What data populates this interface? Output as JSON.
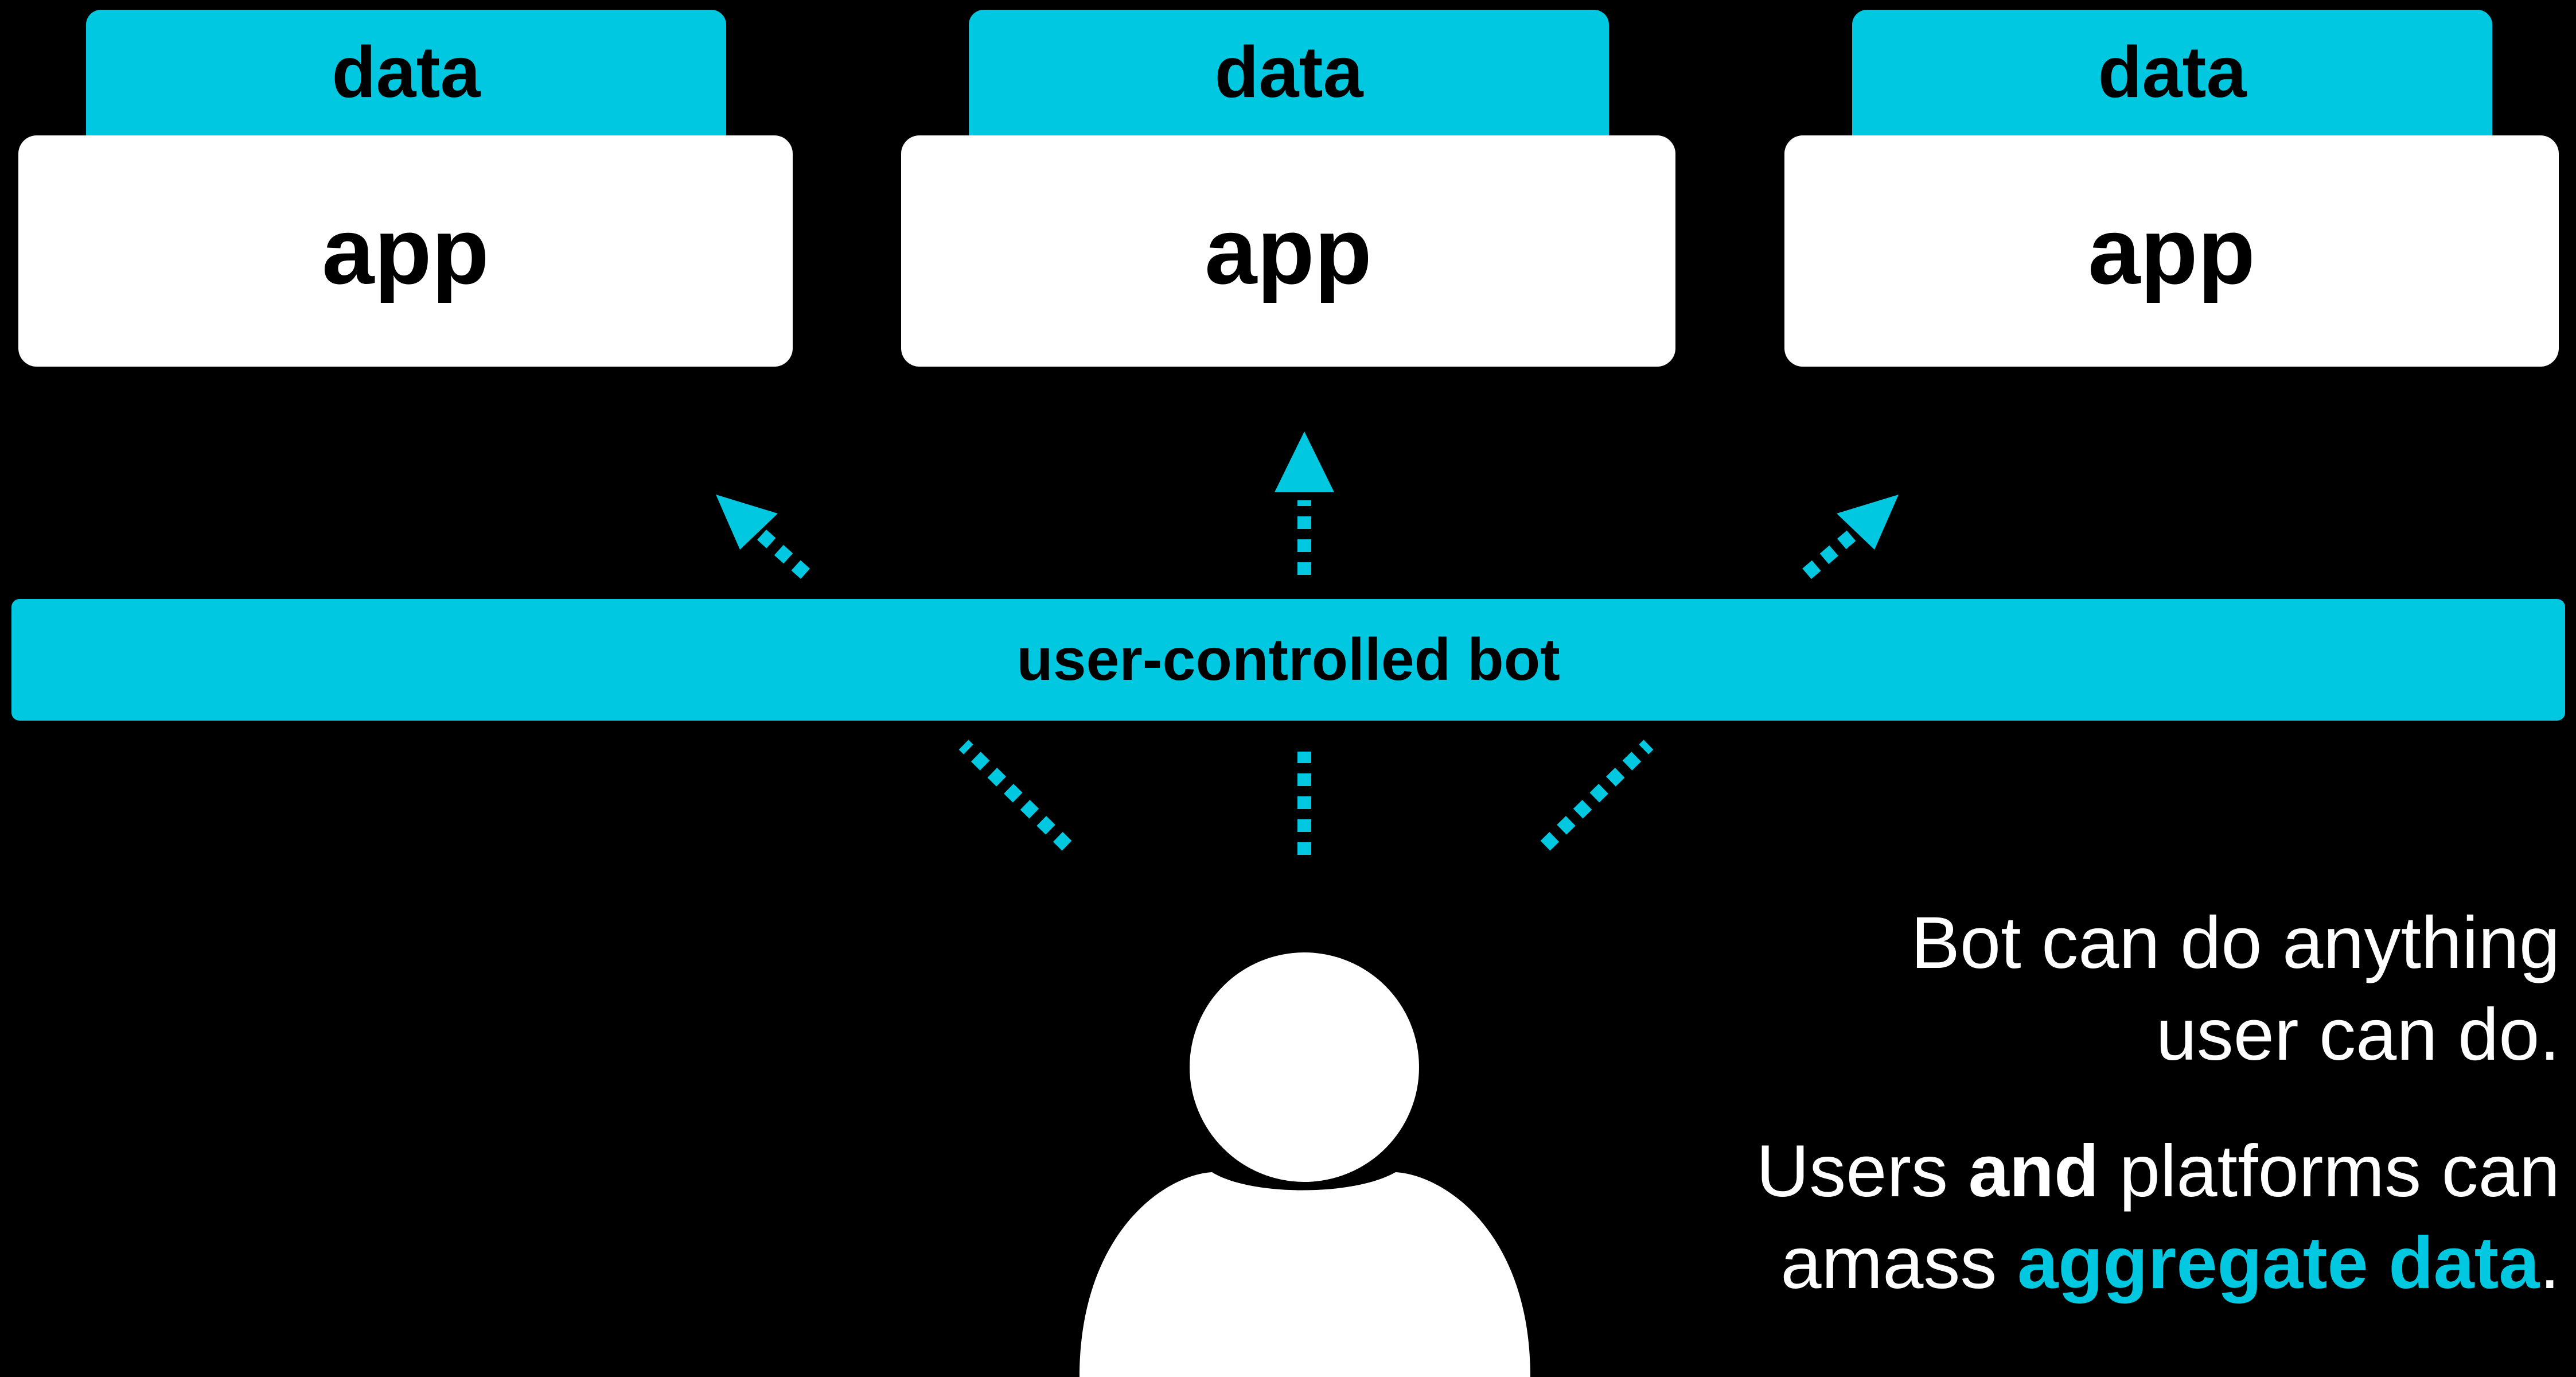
{
  "apps": [
    {
      "data_label": "data",
      "app_label": "app"
    },
    {
      "data_label": "data",
      "app_label": "app"
    },
    {
      "data_label": "data",
      "app_label": "app"
    }
  ],
  "bot_label": "user-controlled bot",
  "captions": {
    "line1": "Bot can do anything",
    "line2": "user can do.",
    "line3_pre": "Users ",
    "line3_bold": "and",
    "line3_post": " platforms can",
    "line4_pre": "amass ",
    "line4_accent": "aggregate data",
    "line4_post": "."
  },
  "colors": {
    "background": "#000000",
    "accent": "#00c8e0",
    "box": "#ffffff",
    "text_dark": "#000000",
    "text_light": "#ffffff"
  },
  "icons": {
    "user": "user-icon",
    "arrow_dotted": "dotted-arrow-icon"
  }
}
